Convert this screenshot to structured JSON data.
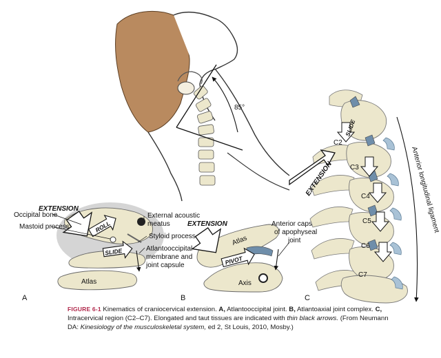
{
  "labels": {
    "angle": "85°",
    "extension_a": "EXTENSION",
    "extension_b": "EXTENSION",
    "extension_c": "EXTENSION",
    "roll": "ROLL",
    "slide_a": "SLIDE",
    "pivot": "PIVOT",
    "slide_c": "SLIDE",
    "occipital_bone": "Occipital bone",
    "mastoid_process": "Mastoid process",
    "external_acoustic_meatus_1": "External acoustic",
    "external_acoustic_meatus_2": "meatus",
    "styloid_process": "Styloid process",
    "atlantooccipital_1": "Atlantooccipital",
    "atlantooccipital_2": "membrane and",
    "atlantooccipital_3": "joint capsule",
    "atlas_a": "Atlas",
    "atlas_b": "Atlas",
    "axis_b": "Axis",
    "anterior_capsule_1": "Anterior capsule",
    "anterior_capsule_2": "of apophyseal",
    "anterior_capsule_3": "joint",
    "c2": "C2",
    "c3": "C3",
    "c4": "C4",
    "c5": "C5",
    "c6": "C6",
    "c7": "C7",
    "anterior_longitudinal_ligament": "Anterior longitudinal ligament",
    "panel_a": "A",
    "panel_b": "B",
    "panel_c": "C"
  },
  "caption": {
    "figure_label": "FIGURE 6-1",
    "p1": " Kinematics of craniocervical extension. ",
    "a": "A,",
    "p2": " Atlantooccipital joint. ",
    "b": "B,",
    "p3": " Atlantoaxial joint complex. ",
    "c": "C,",
    "p4": " Intracervical region (C2–C7). Elongated and taut tissues are indicated with ",
    "italic1": "thin black arrows.",
    "p5": " (From Neumann DA: ",
    "italic2": "Kinesiology of the musculoskeletal system,",
    "p6": " ed 2, St Louis, 2010, Mosby.)"
  },
  "colors": {
    "hair": "#b98a5f",
    "bone": "#ece7cc",
    "bone_shadow": "#bdb79a",
    "cartilage": "#6f8eaa",
    "disc": "#a9c2d6",
    "shade": "#cfcfcf",
    "caption_accent": "#b0274a"
  }
}
